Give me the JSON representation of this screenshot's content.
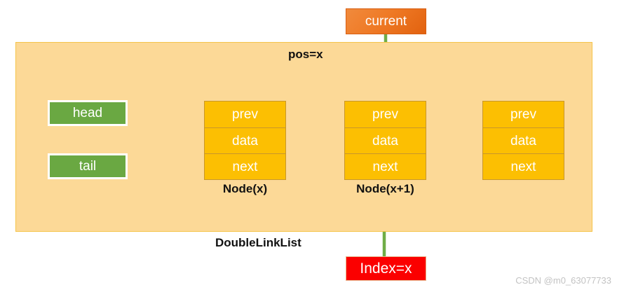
{
  "diagram": {
    "title_label": "DoubleLinkList",
    "container_name": "double-link-list-container",
    "colors": {
      "container_fill": "#fcd997",
      "container_border": "#f5c44a",
      "node_fill": "#fcbf02",
      "node_border": "#c9972a",
      "pointer_green": "#6aa842",
      "arrow_blue": "#5b9bd5",
      "arrow_green": "#70ad47",
      "current_orange": "#ef7a26",
      "index_red": "#fb0000",
      "cell_text": "#ffffff",
      "label_text": "#111111",
      "watermark_text": "#c3c3c3"
    }
  },
  "nodes": [
    {
      "id": "node-x",
      "label": "Node(x)",
      "cells": [
        "prev",
        "data",
        "next"
      ]
    },
    {
      "id": "node-x-plus-1",
      "label": "Node(x+1)",
      "cells": [
        "prev",
        "data",
        "next"
      ]
    },
    {
      "id": "node-x-plus-2",
      "label": "",
      "cells": [
        "prev",
        "data",
        "next"
      ]
    }
  ],
  "pointers": {
    "head": "head",
    "tail": "tail",
    "current": "current",
    "index": "Index=x",
    "pos": "pos=x"
  },
  "watermark": "CSDN @m0_63077733"
}
